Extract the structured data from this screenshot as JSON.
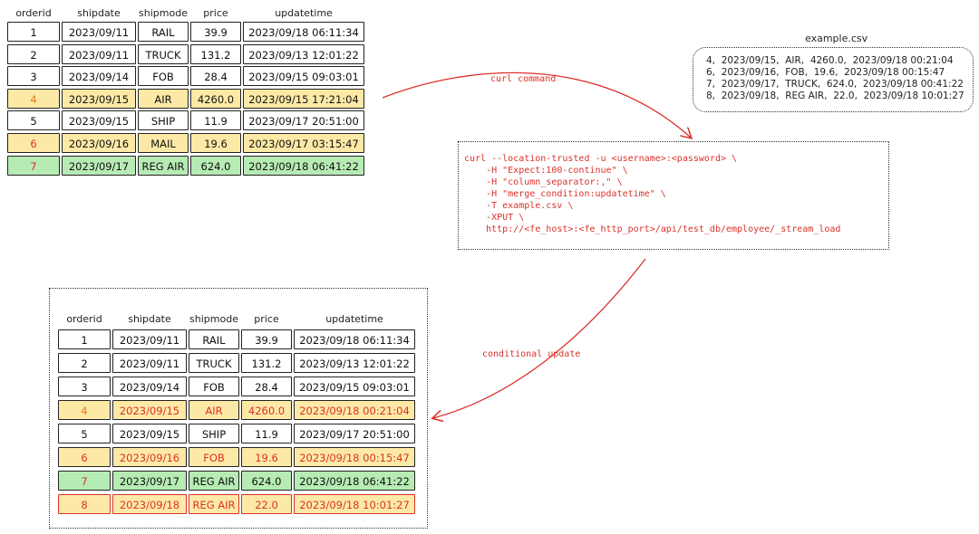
{
  "headers": [
    "orderid",
    "shipdate",
    "shipmode",
    "price",
    "updatetime"
  ],
  "before_rows": [
    {
      "orderid": "1",
      "shipdate": "2023/09/11",
      "shipmode": "RAIL",
      "price": "39.9",
      "updatetime": "2023/09/18 06:11:34",
      "bg": "white"
    },
    {
      "orderid": "2",
      "shipdate": "2023/09/11",
      "shipmode": "TRUCK",
      "price": "131.2",
      "updatetime": "2023/09/13 12:01:22",
      "bg": "white"
    },
    {
      "orderid": "3",
      "shipdate": "2023/09/14",
      "shipmode": "FOB",
      "price": "28.4",
      "updatetime": "2023/09/15 09:03:01",
      "bg": "white"
    },
    {
      "orderid": "4",
      "shipdate": "2023/09/15",
      "shipmode": "AIR",
      "price": "4260.0",
      "updatetime": "2023/09/15 17:21:04",
      "bg": "yellow",
      "id_color": "orange"
    },
    {
      "orderid": "5",
      "shipdate": "2023/09/15",
      "shipmode": "SHIP",
      "price": "11.9",
      "updatetime": "2023/09/17 20:51:00",
      "bg": "white"
    },
    {
      "orderid": "6",
      "shipdate": "2023/09/16",
      "shipmode": "MAIL",
      "price": "19.6",
      "updatetime": "2023/09/17 03:15:47",
      "bg": "yellow",
      "id_color": "red"
    },
    {
      "orderid": "7",
      "shipdate": "2023/09/17",
      "shipmode": "REG AIR",
      "price": "624.0",
      "updatetime": "2023/09/18 06:41:22",
      "bg": "green",
      "id_color": "red"
    }
  ],
  "after_rows": [
    {
      "orderid": "1",
      "shipdate": "2023/09/11",
      "shipmode": "RAIL",
      "price": "39.9",
      "updatetime": "2023/09/18 06:11:34",
      "bg": "white"
    },
    {
      "orderid": "2",
      "shipdate": "2023/09/11",
      "shipmode": "TRUCK",
      "price": "131.2",
      "updatetime": "2023/09/13 12:01:22",
      "bg": "white"
    },
    {
      "orderid": "3",
      "shipdate": "2023/09/14",
      "shipmode": "FOB",
      "price": "28.4",
      "updatetime": "2023/09/15 09:03:01",
      "bg": "white"
    },
    {
      "orderid": "4",
      "shipdate": "2023/09/15",
      "shipmode": "AIR",
      "price": "4260.0",
      "updatetime": "2023/09/18 00:21:04",
      "bg": "yellow",
      "id_color": "orange",
      "red_text": true
    },
    {
      "orderid": "5",
      "shipdate": "2023/09/15",
      "shipmode": "SHIP",
      "price": "11.9",
      "updatetime": "2023/09/17 20:51:00",
      "bg": "white"
    },
    {
      "orderid": "6",
      "shipdate": "2023/09/16",
      "shipmode": "FOB",
      "price": "19.6",
      "updatetime": "2023/09/18 00:15:47",
      "bg": "yellow",
      "id_color": "red",
      "red_text": true
    },
    {
      "orderid": "7",
      "shipdate": "2023/09/17",
      "shipmode": "REG AIR",
      "price": "624.0",
      "updatetime": "2023/09/18 06:41:22",
      "bg": "green",
      "id_color": "red"
    },
    {
      "orderid": "8",
      "shipdate": "2023/09/18",
      "shipmode": "REG AIR",
      "price": "22.0",
      "updatetime": "2023/09/18 10:01:27",
      "bg": "yellow",
      "id_color": "red",
      "red_text": true,
      "red_border": true
    }
  ],
  "csv": {
    "title": "example.csv",
    "lines": [
      "4,  2023/09/15,  AIR,  4260.0,  2023/09/18 00:21:04",
      "6,  2023/09/16,  FOB,  19.6,  2023/09/18 00:15:47",
      "7,  2023/09/17,  TRUCK,  624.0,  2023/09/18 00:41:22",
      "8,  2023/09/18,  REG AIR,  22.0,  2023/09/18 10:01:27"
    ]
  },
  "curl": {
    "lines": [
      "curl --location-trusted -u <username>:<password> \\",
      "    -H \"Expect:100-continue\" \\",
      "    -H \"column_separator:,\" \\",
      "    -H \"merge_condition:updatetime\" \\",
      "    -T example.csv \\",
      "    -XPUT \\",
      "    http://<fe_host>:<fe_http_port>/api/test_db/employee/_stream_load"
    ]
  },
  "labels": {
    "curl_command": "curl command",
    "conditional_update": "conditional update"
  },
  "colors": {
    "yellow": "#fde9a6",
    "green": "#b6ebb4",
    "red": "#d9322b",
    "orange": "#e67a1f"
  }
}
